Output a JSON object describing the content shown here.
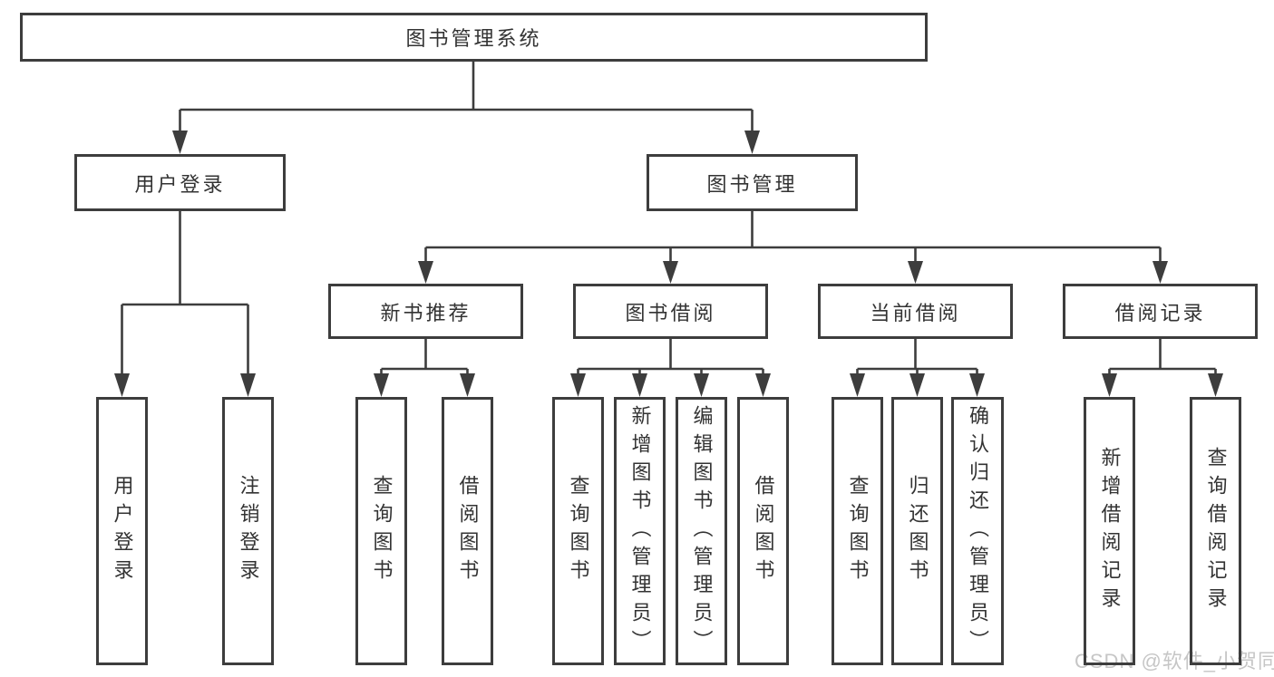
{
  "tree": {
    "label": "图书管理系统",
    "children": [
      {
        "label": "用户登录",
        "children": [
          {
            "label": "用户登录"
          },
          {
            "label": "注销登录"
          }
        ]
      },
      {
        "label": "图书管理",
        "children": [
          {
            "label": "新书推荐",
            "children": [
              {
                "label": "查询图书"
              },
              {
                "label": "借阅图书"
              }
            ]
          },
          {
            "label": "图书借阅",
            "children": [
              {
                "label": "查询图书"
              },
              {
                "label": "新增图书（管理员）"
              },
              {
                "label": "编辑图书（管理员）"
              },
              {
                "label": "借阅图书"
              }
            ]
          },
          {
            "label": "当前借阅",
            "children": [
              {
                "label": "查询图书"
              },
              {
                "label": "归还图书"
              },
              {
                "label": "确认归还（管理员）"
              }
            ]
          },
          {
            "label": "借阅记录",
            "children": [
              {
                "label": "新增借阅记录"
              },
              {
                "label": "查询借阅记录"
              }
            ]
          }
        ]
      }
    ]
  },
  "watermark": {
    "text": "CSDN @软件_小贺同学"
  },
  "colors": {
    "line": "#3d3d3d",
    "box_border": "#3d3d3d",
    "text": "#333333",
    "watermark": "#c6c6c6",
    "background": "#ffffff"
  }
}
